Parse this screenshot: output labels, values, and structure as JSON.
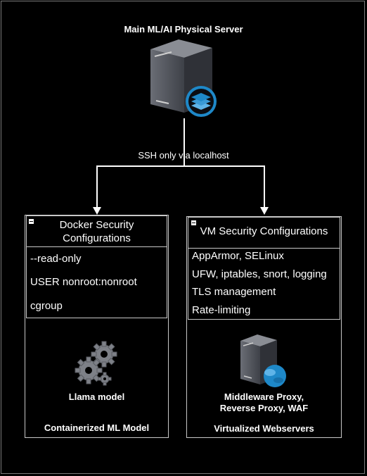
{
  "server": {
    "title": "Main ML/AI Physical Server"
  },
  "connection": {
    "label": "SSH only via localhost"
  },
  "docker": {
    "header": "Docker Security Configurations",
    "header_line1": "Docker Security",
    "header_line2": "Configurations",
    "items": [
      "--read-only",
      "USER nonroot:nonroot",
      "cgroup"
    ],
    "model_label": "Llama model",
    "caption": "Containerized ML Model"
  },
  "vm": {
    "header": "VM Security Configurations",
    "items": [
      "AppArmor, SELinux",
      "UFW, iptables, snort, logging",
      "TLS management",
      "Rate-limiting"
    ],
    "proxy_line1": "Middleware Proxy,",
    "proxy_line2": "Reverse Proxy, WAF",
    "caption": "Virtualized Webservers"
  },
  "colors": {
    "background": "#000000",
    "line": "#ffffff",
    "border": "#c8c8c8",
    "server_body": "#4a4d55",
    "accent_blue": "#1e88c8"
  }
}
